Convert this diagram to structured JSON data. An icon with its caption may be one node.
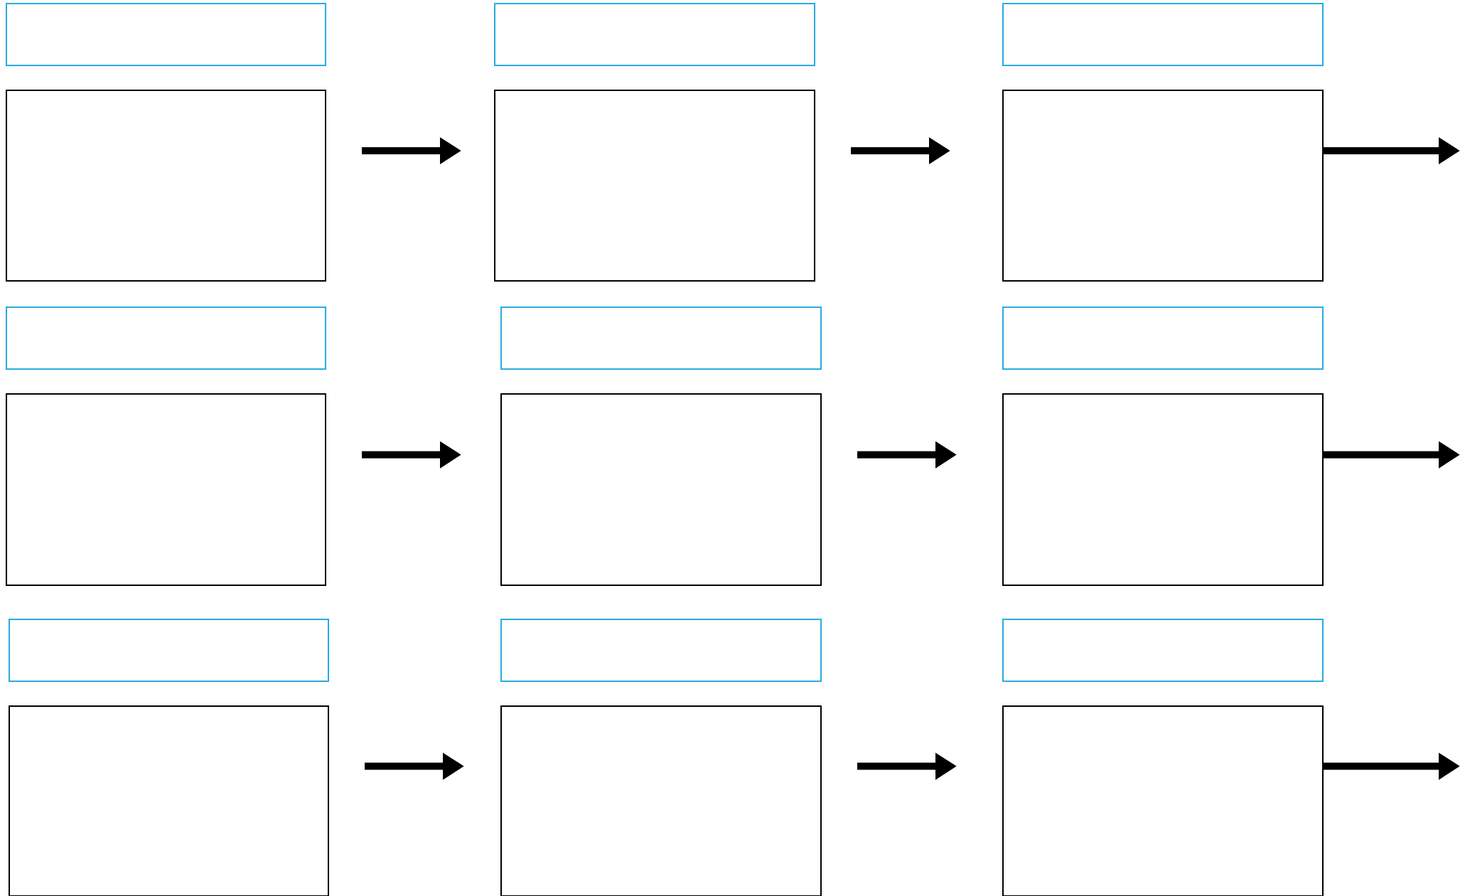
{
  "diagram": {
    "nodes": [
      {
        "text": [],
        "shape": "box"
      },
      {
        "text": [],
        "shape": "box"
      },
      {
        "text": [],
        "shape": "box"
      },
      {
        "text": [],
        "shape": "box"
      },
      {
        "text": [],
        "shape": "box"
      },
      {
        "text": [],
        "shape": "box"
      },
      {
        "text": [],
        "shape": "box"
      },
      {
        "text": [],
        "shape": "box"
      },
      {
        "text": [],
        "shape": "box"
      },
      {
        "text": [],
        "shape": "box"
      },
      {
        "text": [],
        "shape": "box"
      },
      {
        "text": [],
        "shape": "box"
      },
      {
        "text": [],
        "shape": "box"
      },
      {
        "text": [],
        "shape": "box"
      },
      {
        "text": [],
        "shape": "box"
      },
      {
        "text": [],
        "shape": "box"
      },
      {
        "text": [],
        "shape": "box"
      },
      {
        "text": [],
        "shape": "box"
      }
    ],
    "edges": [
      {
        "from": 3,
        "to": 4,
        "arrow": "to"
      },
      {
        "from": 4,
        "to": 5,
        "arrow": "to"
      },
      {
        "from": 5,
        "to": null,
        "arrow": "to"
      },
      {
        "from": 9,
        "to": 10,
        "arrow": "to"
      },
      {
        "from": 10,
        "to": 11,
        "arrow": "to"
      },
      {
        "from": 11,
        "to": null,
        "arrow": "to"
      },
      {
        "from": 15,
        "to": 16,
        "arrow": "to"
      },
      {
        "from": 16,
        "to": 17,
        "arrow": "to"
      },
      {
        "from": 17,
        "to": null,
        "arrow": "to"
      }
    ]
  }
}
